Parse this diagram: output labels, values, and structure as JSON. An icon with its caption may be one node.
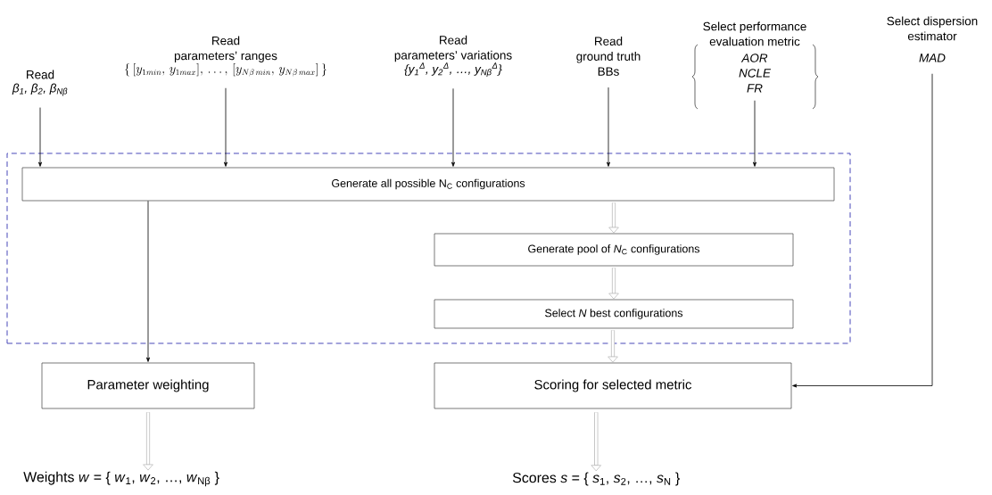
{
  "diagram": {
    "nodes": [
      {
        "text": [
          "Read",
          "β$_{1}$, β$_{2}$, β$_{Nβ}$"
        ]
      },
      {
        "text": [
          "Read parameters’ ranges",
          "\\{\\,[y_{1min},\\, y_{1max}],\\, \\ldots,\\, [y_{N\\beta\\, min},\\, y_{N\\beta\\, max}]\\,\\}"
        ]
      },
      {
        "text": [
          "Read parameters’ variations",
          "{y$_{1}$$^{Δ}$, y$_{2}$$^{Δ}$, …, y$_{Nβ}$$^{Δ}$}"
        ]
      },
      {
        "text": [
          "Read ground truth BBs"
        ]
      },
      {
        "text": [
          "Select performance evaluation metric",
          "AOR",
          "NCLE",
          "FR"
        ]
      },
      {
        "text": [
          "Select dispersion estimator",
          "MAD"
        ]
      },
      {
        "text": [],
        "shape": "box"
      },
      {
        "text": [
          "Generate all possible N$_{C}$ configurations"
        ],
        "in": 6
      },
      {
        "text": [
          "Generate pool of *N*$_{C}$ configurations"
        ],
        "in": 6
      },
      {
        "text": [
          "Select *N* best configurations"
        ],
        "in": 6
      },
      {
        "text": [
          "Parameter weighting"
        ]
      },
      {
        "text": [
          "Scoring for selected metric"
        ]
      },
      {
        "text": [
          "Weights *w* = { *w*$_{1}$, *w*$_{2}$, …, *w*$_{Nβ}$ }"
        ]
      },
      {
        "text": [
          "Scores  *s*  = { *s*$_{1}$, *s*$_{2}$, …, *s*$_{N}$ }"
        ]
      }
    ],
    "edges": [
      {
        "from": 0,
        "to": 7,
        "arrow": "to"
      },
      {
        "from": 1,
        "to": 7,
        "arrow": "to"
      },
      {
        "from": 2,
        "to": 7,
        "arrow": "to"
      },
      {
        "from": 3,
        "to": 7,
        "arrow": "to"
      },
      {
        "from": 4,
        "to": 7,
        "arrow": "to"
      },
      {
        "from": 7,
        "to": 10,
        "arrow": "to"
      },
      {
        "from": 7,
        "to": 8,
        "arrow": "to",
        "style": "thick",
        "color": "#a6a6a6"
      },
      {
        "from": 8,
        "to": 9,
        "arrow": "to",
        "style": "thick",
        "color": "#a6a6a6"
      },
      {
        "from": 9,
        "to": 11,
        "arrow": "to",
        "style": "thick",
        "color": "#a6a6a6"
      },
      {
        "from": 5,
        "to": 11,
        "arrow": "to"
      },
      {
        "from": 10,
        "to": 12,
        "arrow": "to",
        "style": "thick",
        "color": "#a6a6a6"
      },
      {
        "from": 11,
        "to": 13,
        "arrow": "to",
        "style": "thick",
        "color": "#a6a6a6"
      }
    ]
  }
}
